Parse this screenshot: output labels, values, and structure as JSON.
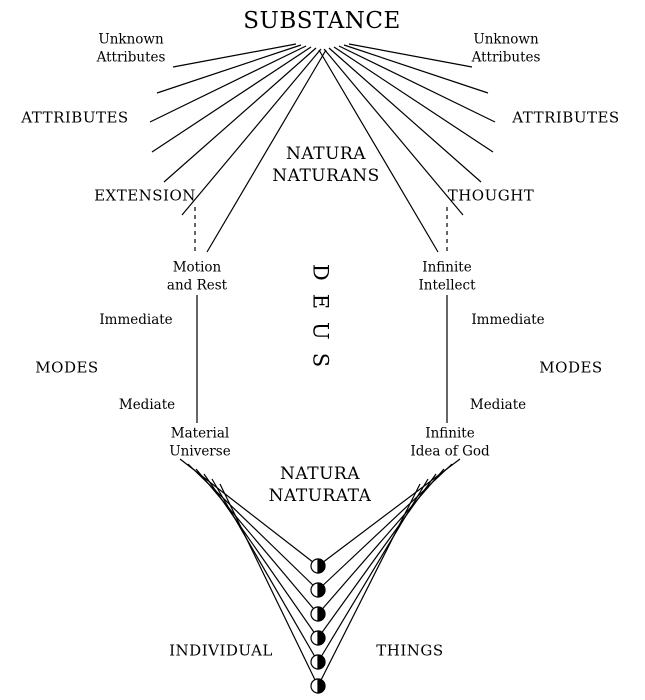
{
  "labels": {
    "substance": "SUBSTANCE",
    "unknown_attributes": [
      "Unknown",
      "Attributes"
    ],
    "attributes": "ATTRIBUTES",
    "natura_naturans": [
      "NATURA",
      "NATURANS"
    ],
    "extension": "EXTENSION",
    "thought": "THOUGHT",
    "motion_and_rest": [
      "Motion",
      "and Rest"
    ],
    "infinite_intellect": [
      "Infinite",
      "Intellect"
    ],
    "deus": "DEUS",
    "immediate": "Immediate",
    "modes": "MODES",
    "mediate": "Mediate",
    "material_universe": [
      "Material",
      "Universe"
    ],
    "infinite_idea_of_god": [
      "Infinite",
      "Idea of God"
    ],
    "natura_naturata": [
      "NATURA",
      "NATURATA"
    ],
    "individual": "INDIVIDUAL",
    "things": "THINGS"
  },
  "nodes": {
    "individual_things_count": 6
  },
  "colors": {
    "background": "#ffffff",
    "line": "#000000",
    "text": "#000000"
  }
}
